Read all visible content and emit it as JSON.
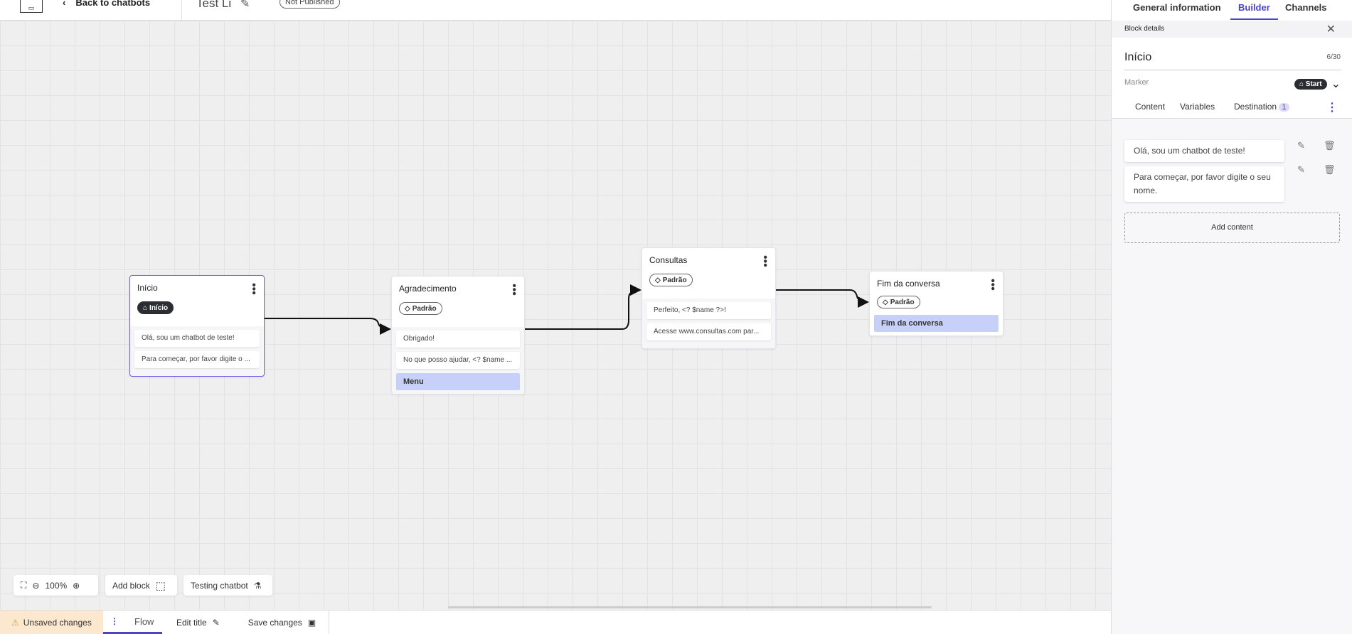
{
  "topbar": {
    "back_label": "Back to chatbots",
    "chatbot_title": "Test Li",
    "status_badge": "Not Published"
  },
  "tabs": [
    {
      "label": "General information"
    },
    {
      "label": "Builder",
      "active": true
    },
    {
      "label": "Channels"
    }
  ],
  "nodes": [
    {
      "title": "Início",
      "tag": "Início",
      "tag_icon": "home-icon",
      "messages": [
        "Olá, sou um chatbot de teste!",
        "Para começar, por favor digite o ..."
      ],
      "selected": true
    },
    {
      "title": "Agradecimento",
      "tag": "Padrão",
      "tag_icon": "tag-icon",
      "messages": [
        "Obrigado!",
        "No que posso ajudar, <? $name ..."
      ],
      "menu": "Menu"
    },
    {
      "title": "Consultas",
      "tag": "Padrão",
      "tag_icon": "tag-icon",
      "messages": [
        "Perfeito, <? $name ?>!",
        "Acesse www.consultas.com par..."
      ]
    },
    {
      "title": "Fim da conversa",
      "tag": "Padrão",
      "tag_icon": "tag-icon",
      "menu": "Fim da conversa"
    }
  ],
  "controls": {
    "zoom": "100%",
    "add_block": "Add block",
    "testing": "Testing chatbot"
  },
  "bottombar": {
    "unsaved": "Unsaved changes",
    "flow": "Flow",
    "edit_title": "Edit title",
    "save": "Save changes"
  },
  "panel": {
    "header": "Block details",
    "title": "Início",
    "char_count": "6/30",
    "marker_label": "Marker",
    "marker_value": "Start",
    "tabs": [
      "Content",
      "Variables",
      "Destination"
    ],
    "destination_count": "1",
    "contents": [
      "Olá, sou um chatbot de teste!",
      "Para começar, por favor digite o seu nome."
    ],
    "add_content": "Add content"
  },
  "colors": {
    "accent": "#4b45c6",
    "selected_border": "#6b5ce7",
    "menu_bg": "#c7d0f8",
    "unsaved_bg": "#fbe8cf"
  }
}
